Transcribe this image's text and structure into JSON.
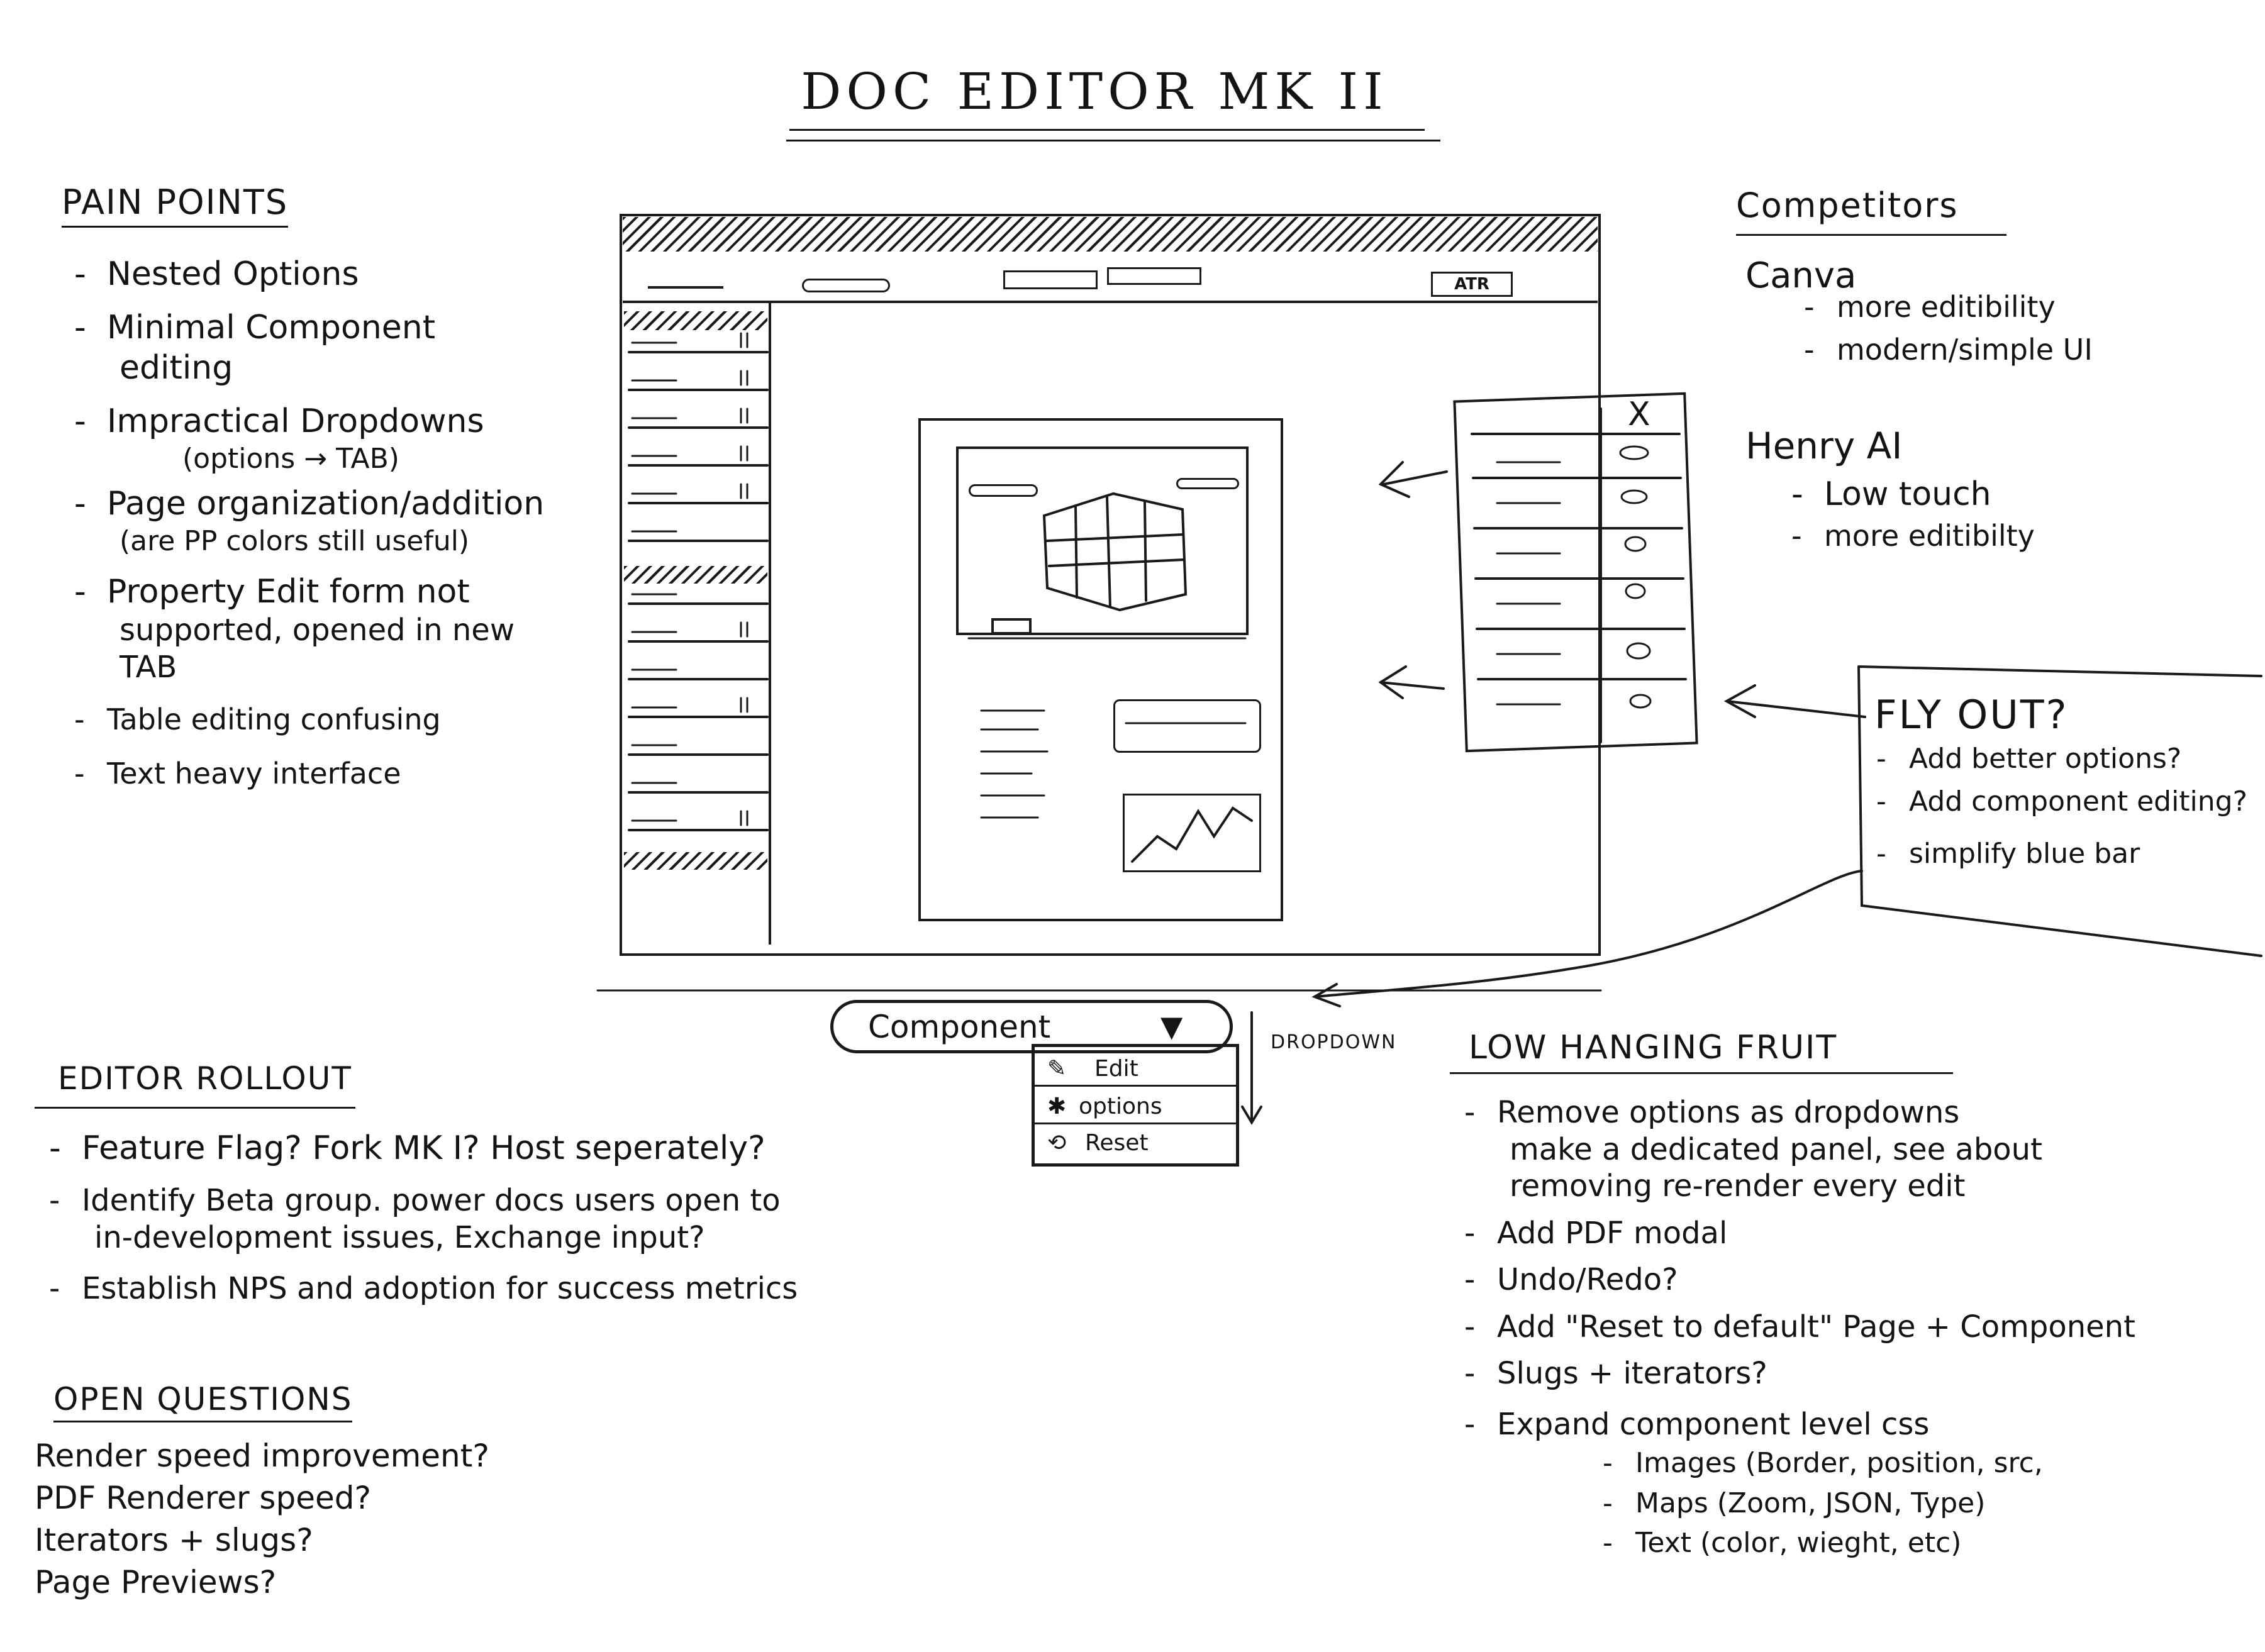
{
  "title": "DOC EDITOR MK II",
  "pain_points": {
    "heading": "PAIN POINTS",
    "items": [
      {
        "line1": "Nested Options",
        "line2": ""
      },
      {
        "line1": "Minimal Component",
        "line2": "editing"
      },
      {
        "line1": "Impractical Dropdowns",
        "line2": "(options → TAB)"
      },
      {
        "line1": "Page organization/addition",
        "line2": "(are PP colors still useful)"
      },
      {
        "line1": "Property Edit form not",
        "line2": "supported, opened in new TAB"
      },
      {
        "line1": "Table editing confusing",
        "line2": ""
      },
      {
        "line1": "Text heavy interface",
        "line2": ""
      }
    ]
  },
  "competitors": {
    "heading": "Competitors",
    "canva": {
      "name": "Canva",
      "items": [
        "more editibility",
        "modern/simple UI"
      ]
    },
    "henry": {
      "name": "Henry AI",
      "items": [
        "Low touch",
        "more editibilty"
      ]
    }
  },
  "flyout": {
    "heading": "FLY OUT?",
    "items": [
      "Add better options?",
      "Add component editing?",
      "simplify blue bar"
    ]
  },
  "mockup": {
    "button_label": "ATR",
    "panel_close": "X"
  },
  "component_dropdown": {
    "label": "Component",
    "caret": "▼",
    "annotation": "DROPDOWN",
    "options": [
      {
        "icon": "pencil-icon",
        "glyph": "✎",
        "label": "Edit"
      },
      {
        "icon": "asterisk-icon",
        "glyph": "✱",
        "label": "options"
      },
      {
        "icon": "reset-icon",
        "glyph": "⟲",
        "label": "Reset"
      }
    ]
  },
  "editor_rollout": {
    "heading": "EDITOR ROLLOUT",
    "items": [
      {
        "line1": "Feature Flag? Fork MK I? Host seperately?",
        "line2": ""
      },
      {
        "line1": "Identify Beta group. power docs users open to",
        "line2": "in-development issues, Exchange input?"
      },
      {
        "line1": "Establish NPS and adoption for success metrics",
        "line2": ""
      }
    ]
  },
  "open_questions": {
    "heading": "OPEN QUESTIONS",
    "items": [
      "Render speed improvement?",
      "PDF Renderer speed?",
      "Iterators + slugs?",
      "Page Previews?"
    ]
  },
  "low_hanging_fruit": {
    "heading": "LOW HANGING FRUIT",
    "items": [
      {
        "line1": "Remove options as dropdowns",
        "line2": "make a dedicated panel, see about",
        "line3": "removing re-render every edit"
      },
      {
        "line1": "Add PDF modal",
        "line2": "",
        "line3": ""
      },
      {
        "line1": "Undo/Redo?",
        "line2": "",
        "line3": ""
      },
      {
        "line1": "Add \"Reset to default\" Page + Component",
        "line2": "",
        "line3": ""
      },
      {
        "line1": "Slugs + iterators?",
        "line2": "",
        "line3": ""
      },
      {
        "line1": "Expand component level css",
        "line2": "",
        "line3": ""
      }
    ],
    "sub_items": [
      "Images (Border, position, src,",
      "Maps (Zoom, JSON, Type)",
      "Text (color, wieght, etc)"
    ]
  }
}
